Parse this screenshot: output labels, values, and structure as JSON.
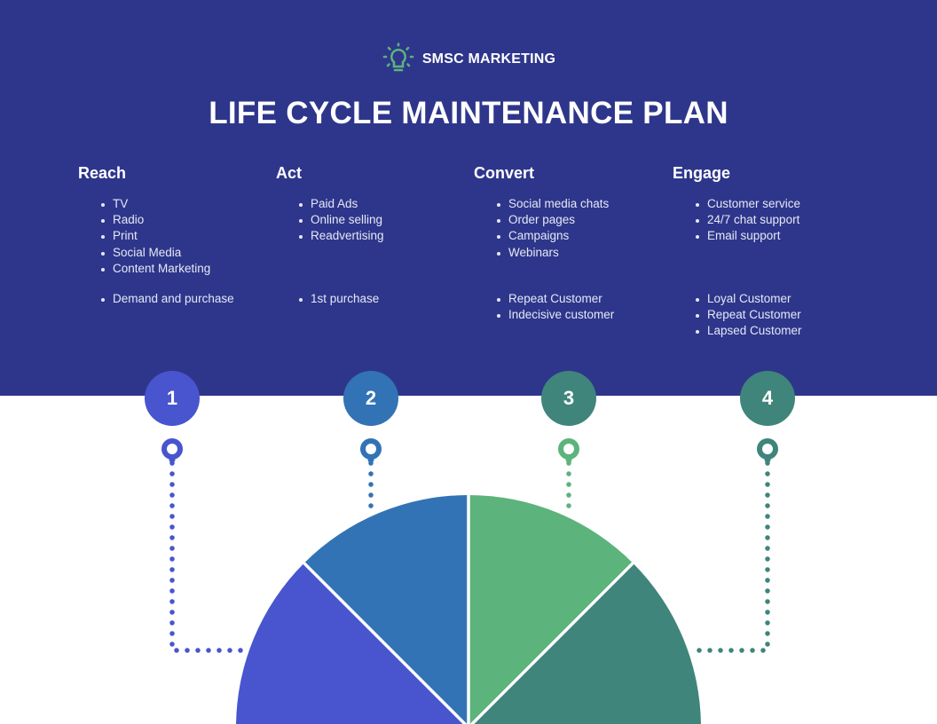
{
  "brand": {
    "name": "SMSC MARKETING",
    "icon": "lightbulb-icon",
    "icon_color": "#5cb37c"
  },
  "title": "LIFE CYCLE MAINTENANCE PLAN",
  "colors": {
    "header_bg": "#2e368b",
    "stage1": "#4855cf",
    "stage2": "#3273b5",
    "stage3": "#5cb37c",
    "stage4": "#3f857b"
  },
  "stages": [
    {
      "number": "1",
      "heading": "Reach",
      "channels": [
        "TV",
        "Radio",
        "Print",
        "Social Media",
        "Content Marketing"
      ],
      "outcomes": [
        "Demand and purchase"
      ]
    },
    {
      "number": "2",
      "heading": "Act",
      "channels": [
        "Paid Ads",
        "Online selling",
        "Readvertising"
      ],
      "outcomes": [
        "1st purchase"
      ]
    },
    {
      "number": "3",
      "heading": "Convert",
      "channels": [
        "Social media chats",
        "Order pages",
        "Campaigns",
        "Webinars"
      ],
      "outcomes": [
        "Repeat Customer",
        "Indecisive customer"
      ]
    },
    {
      "number": "4",
      "heading": "Engage",
      "channels": [
        "Customer service",
        "24/7 chat support",
        "Email support"
      ],
      "outcomes": [
        "Loyal Customer",
        "Repeat Customer",
        "Lapsed Customer"
      ]
    }
  ]
}
